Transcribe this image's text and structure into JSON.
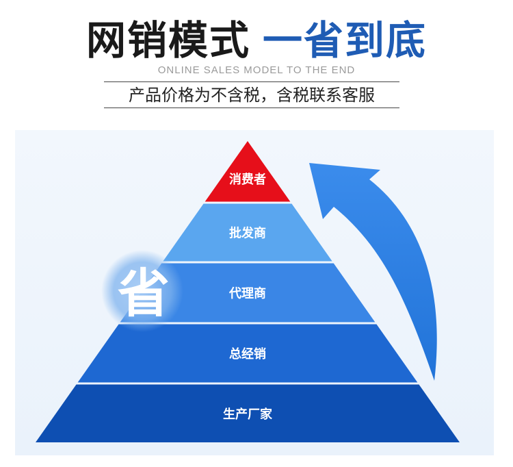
{
  "header": {
    "title_part1": "网销模式",
    "title_part2": "一省到底",
    "subtitle": "ONLINE SALES MODEL TO THE END",
    "tagline": "产品价格为不含税，含税联系客服"
  },
  "badge": {
    "label": "省"
  },
  "pyramid": {
    "levels": [
      {
        "label": "消费者",
        "color": "#e60f1a"
      },
      {
        "label": "批发商",
        "color": "#5aa6ef"
      },
      {
        "label": "代理商",
        "color": "#3a86e6"
      },
      {
        "label": "总经销",
        "color": "#1e68d2"
      },
      {
        "label": "生产厂家",
        "color": "#0e4fb2"
      }
    ]
  },
  "colors": {
    "arrow": "#2e7fe0",
    "badge": "#7fb3ee",
    "title_accent": "#1f5cb4"
  }
}
